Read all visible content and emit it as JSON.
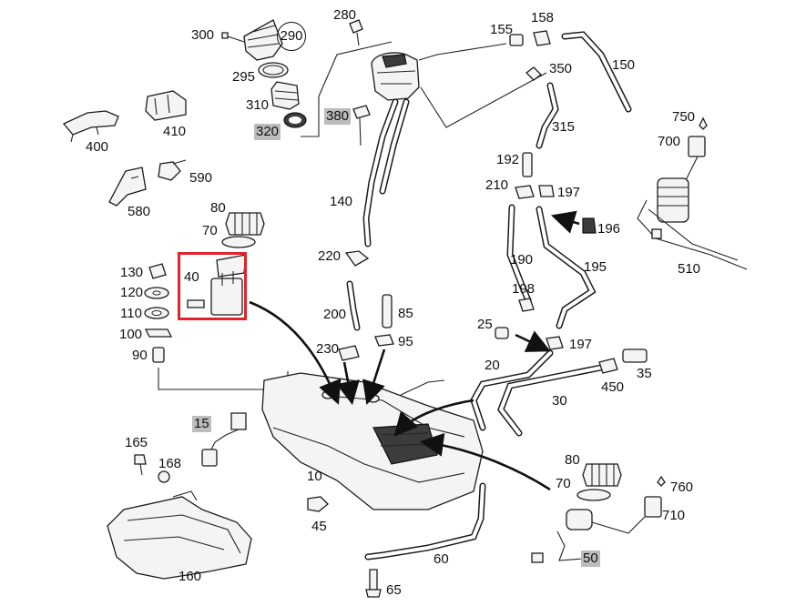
{
  "diagram": {
    "callouts": [
      {
        "text": "300",
        "style": "plain"
      },
      {
        "text": "290",
        "style": "circled"
      },
      {
        "text": "280",
        "style": "plain"
      },
      {
        "text": "155",
        "style": "plain"
      },
      {
        "text": "158",
        "style": "plain"
      },
      {
        "text": "150",
        "style": "plain"
      },
      {
        "text": "295",
        "style": "plain"
      },
      {
        "text": "350",
        "style": "plain"
      },
      {
        "text": "310",
        "style": "plain"
      },
      {
        "text": "380",
        "style": "shaded"
      },
      {
        "text": "320",
        "style": "shaded"
      },
      {
        "text": "315",
        "style": "plain"
      },
      {
        "text": "400",
        "style": "plain"
      },
      {
        "text": "410",
        "style": "plain"
      },
      {
        "text": "750",
        "style": "plain"
      },
      {
        "text": "700",
        "style": "plain"
      },
      {
        "text": "590",
        "style": "plain"
      },
      {
        "text": "192",
        "style": "plain"
      },
      {
        "text": "210",
        "style": "plain"
      },
      {
        "text": "197",
        "style": "plain"
      },
      {
        "text": "580",
        "style": "plain"
      },
      {
        "text": "140",
        "style": "plain"
      },
      {
        "text": "196",
        "style": "plain"
      },
      {
        "text": "80",
        "style": "plain"
      },
      {
        "text": "70",
        "style": "plain"
      },
      {
        "text": "220",
        "style": "plain"
      },
      {
        "text": "190",
        "style": "plain"
      },
      {
        "text": "195",
        "style": "plain"
      },
      {
        "text": "510",
        "style": "plain"
      },
      {
        "text": "130",
        "style": "plain"
      },
      {
        "text": "40",
        "style": "plain"
      },
      {
        "text": "120",
        "style": "plain"
      },
      {
        "text": "198",
        "style": "plain"
      },
      {
        "text": "110",
        "style": "plain"
      },
      {
        "text": "200",
        "style": "plain"
      },
      {
        "text": "85",
        "style": "plain"
      },
      {
        "text": "25",
        "style": "plain"
      },
      {
        "text": "100",
        "style": "plain"
      },
      {
        "text": "95",
        "style": "plain"
      },
      {
        "text": "197",
        "style": "plain"
      },
      {
        "text": "230",
        "style": "plain"
      },
      {
        "text": "90",
        "style": "plain"
      },
      {
        "text": "20",
        "style": "plain"
      },
      {
        "text": "35",
        "style": "plain"
      },
      {
        "text": "450",
        "style": "plain"
      },
      {
        "text": "30",
        "style": "plain"
      },
      {
        "text": "15",
        "style": "shaded"
      },
      {
        "text": "165",
        "style": "plain"
      },
      {
        "text": "168",
        "style": "plain"
      },
      {
        "text": "10",
        "style": "plain"
      },
      {
        "text": "80",
        "style": "plain"
      },
      {
        "text": "70",
        "style": "plain"
      },
      {
        "text": "760",
        "style": "plain"
      },
      {
        "text": "710",
        "style": "plain"
      },
      {
        "text": "45",
        "style": "plain"
      },
      {
        "text": "60",
        "style": "plain"
      },
      {
        "text": "50",
        "style": "shaded"
      },
      {
        "text": "160",
        "style": "plain"
      },
      {
        "text": "65",
        "style": "plain"
      }
    ],
    "highlight_color": "#e0242b",
    "highlighted_part": "40"
  }
}
